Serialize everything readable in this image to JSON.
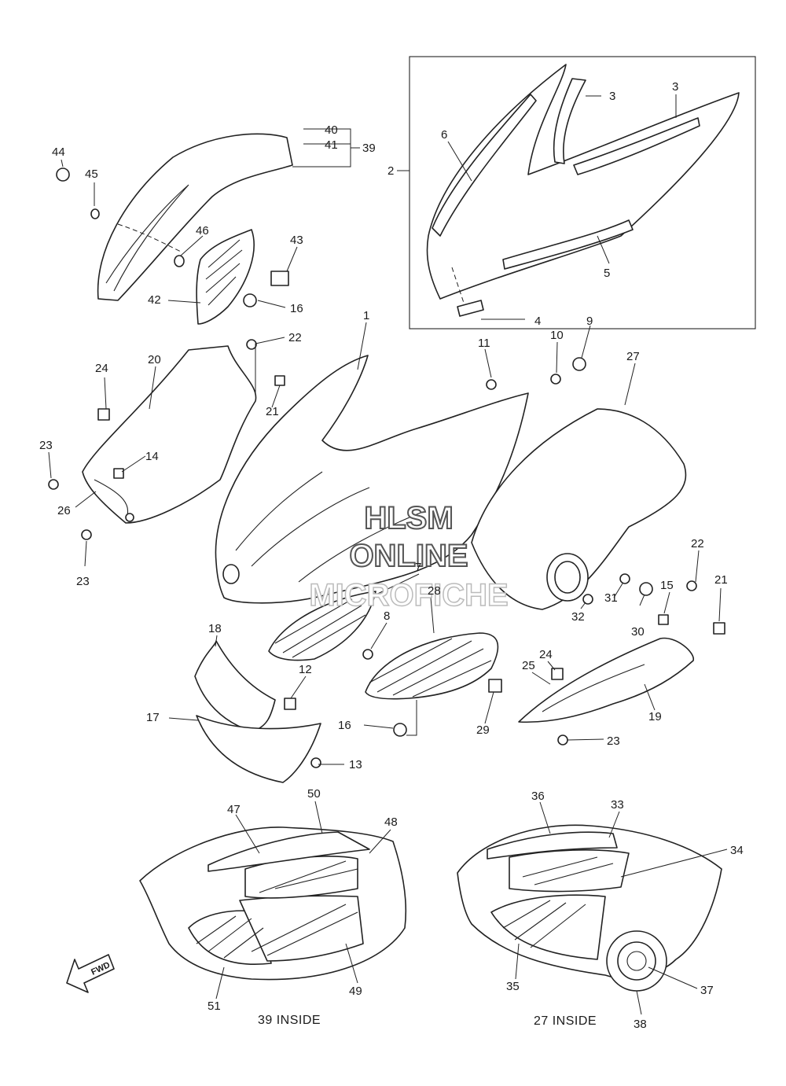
{
  "callouts": {
    "c1": "1",
    "c2": "2",
    "c3a": "3",
    "c3b": "3",
    "c4": "4",
    "c5": "5",
    "c6": "6",
    "c7": "7",
    "c8": "8",
    "c9": "9",
    "c10": "10",
    "c11": "11",
    "c12": "12",
    "c13": "13",
    "c14": "14",
    "c15": "15",
    "c16a": "16",
    "c16b": "16",
    "c17": "17",
    "c18": "18",
    "c19": "19",
    "c20": "20",
    "c21a": "21",
    "c21b": "21",
    "c22a": "22",
    "c22b": "22",
    "c23a": "23",
    "c23b": "23",
    "c23c": "23",
    "c24a": "24",
    "c24b": "24",
    "c25": "25",
    "c26": "26",
    "c27": "27",
    "c28": "28",
    "c29": "29",
    "c30": "30",
    "c31": "31",
    "c32": "32",
    "c33": "33",
    "c34": "34",
    "c35": "35",
    "c36": "36",
    "c37": "37",
    "c38": "38",
    "c39": "39",
    "c40": "40",
    "c41": "41",
    "c42": "42",
    "c43": "43",
    "c44": "44",
    "c45": "45",
    "c46": "46",
    "c47": "47",
    "c48": "48",
    "c49": "49",
    "c50": "50",
    "c51": "51"
  },
  "captions": {
    "left_inside": "39 INSIDE",
    "right_inside": "27 INSIDE",
    "fwd_arrow": "FWD"
  },
  "watermark": {
    "line1": "HLSM",
    "line2": "ONLINE",
    "line3": "MICROFICHE"
  }
}
